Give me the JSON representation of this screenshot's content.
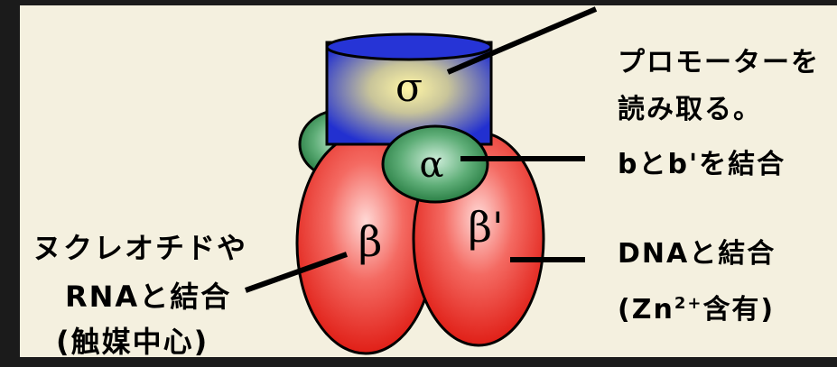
{
  "subunits": {
    "sigma": {
      "symbol": "σ",
      "color": "#2634d6"
    },
    "alpha": {
      "symbol": "α",
      "color": "#2f8a4c"
    },
    "beta": {
      "symbol": "β",
      "color": "#e52a22"
    },
    "beta_prime": {
      "symbol": "β'",
      "color": "#e52a22"
    }
  },
  "annotations": {
    "sigma_line1": "プロモーターを",
    "sigma_line2": "読み取る。",
    "alpha": "bとb'を結合",
    "beta_prime_line1": "DNAと結合",
    "beta_prime_line2_prefix": "(Zn",
    "beta_prime_line2_sup": "2+",
    "beta_prime_line2_suffix": "含有)",
    "beta_line1": "ヌクレオチドや",
    "beta_line2": "RNAと結合",
    "beta_line3": "(触媒中心)"
  },
  "colors": {
    "panel": "#f4f0df",
    "frame": "#1b1b1b",
    "line": "#000000"
  }
}
